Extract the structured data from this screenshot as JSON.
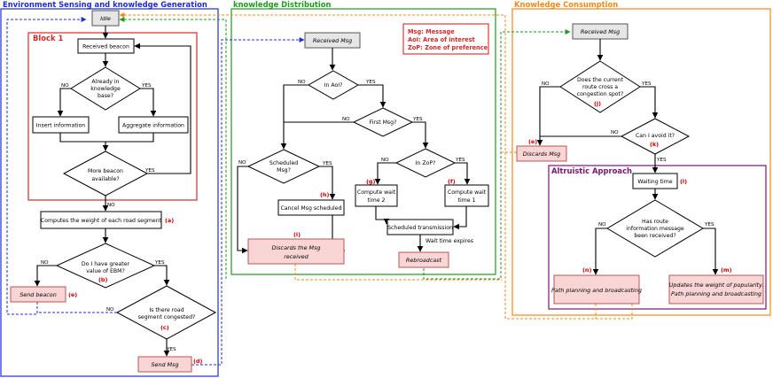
{
  "headers": {
    "env": "Environment Sensing and knowledge Generation",
    "dist": "knowledge Distribution",
    "cons": "Knowledge Consumption",
    "block1": "Block 1",
    "altruistic": "Altruistic Approach"
  },
  "legend": {
    "msg": "Msg: Message",
    "aoi": "AoI: Area of interest",
    "zop": "ZoP: Zone of preference"
  },
  "env": {
    "idle": "Idle",
    "received_beacon": "Received beacon",
    "already_kb": [
      "Already in",
      "knowledge",
      "base?"
    ],
    "insert_info": "Insert information",
    "aggregate_info": "Aggregate information",
    "more_beacon": [
      "More beacon",
      "available?"
    ],
    "compute_weight": "Computes the weight of each road segment",
    "greater_ebm": [
      "Do I have greater",
      "value of EBM?"
    ],
    "send_beacon": "Send beacon",
    "congested": [
      "Is there road",
      "segment congested?"
    ],
    "send_msg": "Send Msg"
  },
  "dist": {
    "received_msg": "Received Msg",
    "in_aoi": "In AoI?",
    "first_msg": "First Msg?",
    "scheduled_msg": [
      "Scheduled",
      "Msg?"
    ],
    "in_zop": "In ZoP?",
    "cancel": "Cancel Msg scheduled",
    "wait2": [
      "Compute wait",
      "time 2"
    ],
    "wait1": [
      "Compute wait",
      "time 1"
    ],
    "sched_tx": "Scheduled transmission",
    "wait_expires": "Wait time expires",
    "discard": [
      "Discards the Msg",
      "received"
    ],
    "rebroadcast": "Rebroadcast"
  },
  "cons": {
    "received_msg": "Received Msg",
    "cross_spot": [
      "Does the current",
      "route cross a",
      "congestion spot?"
    ],
    "discard": "Discards Msg",
    "avoid": "Can I avoid it?",
    "waiting": "Waiting time",
    "route_info": [
      "Has route",
      "information message",
      "been received?"
    ],
    "path_planning": "Path planning and broadcasting",
    "updates": [
      "Updates the weight of popularity.",
      "Path planning and broadcasting"
    ]
  },
  "yes_no": {
    "yes": "YES",
    "no": "NO"
  },
  "markers": {
    "a": "(a)",
    "b": "(b)",
    "c": "(c)",
    "d": "(d)",
    "e": "(e)",
    "f": "(f)",
    "g": "(g)",
    "h": "(h)",
    "i": "(i)",
    "j": "(j)",
    "k": "(k)",
    "l": "(l)",
    "m": "(m)",
    "n": "(n)"
  },
  "colors": {
    "env_frame": "#1f2bd6",
    "dist_frame": "#1e9a1e",
    "cons_frame": "#ef8a17",
    "block1_frame": "#d42a2a",
    "altruistic_frame": "#7b1570",
    "legend_frame": "#d42a2a",
    "terminal_fill": "#f9d5d5",
    "state_fill": "#e6e6e6"
  }
}
